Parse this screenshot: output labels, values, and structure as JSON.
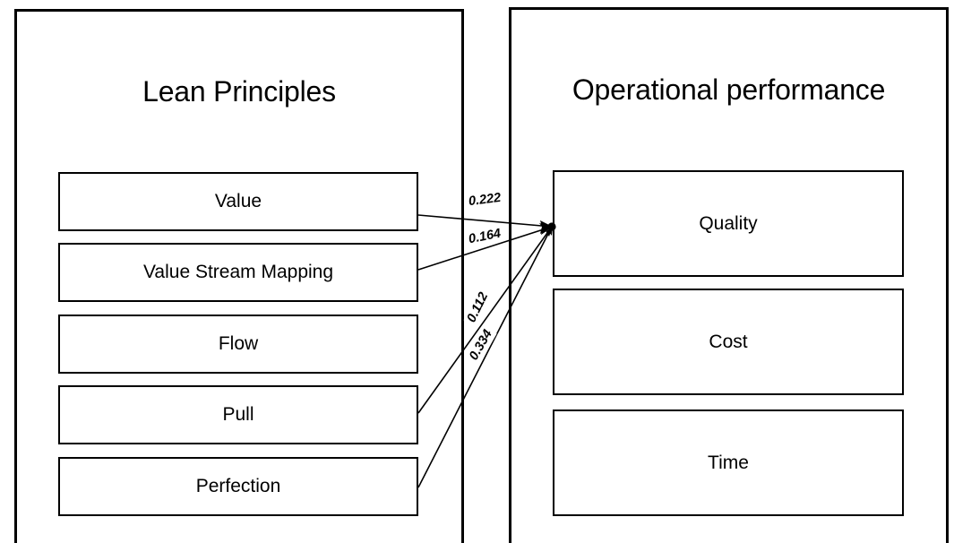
{
  "diagram": {
    "title_left": "Lean Principles",
    "title_right": "Operational performance",
    "left_nodes": [
      {
        "id": "value",
        "label": "Value"
      },
      {
        "id": "vsm",
        "label": "Value Stream Mapping"
      },
      {
        "id": "flow",
        "label": "Flow"
      },
      {
        "id": "pull",
        "label": "Pull"
      },
      {
        "id": "perfection",
        "label": "Perfection"
      }
    ],
    "right_nodes": [
      {
        "id": "quality",
        "label": "Quality"
      },
      {
        "id": "cost",
        "label": "Cost"
      },
      {
        "id": "time",
        "label": "Time"
      }
    ],
    "edges": [
      {
        "from": "Value",
        "to": "Quality",
        "coefficient": "0.222"
      },
      {
        "from": "Value Stream Mapping",
        "to": "Quality",
        "coefficient": "0.164"
      },
      {
        "from": "Pull",
        "to": "Quality",
        "coefficient": "0.112"
      },
      {
        "from": "Perfection",
        "to": "Quality",
        "coefficient": "0.334"
      }
    ],
    "colors": {
      "stroke": "#000000",
      "background": "#ffffff"
    }
  }
}
